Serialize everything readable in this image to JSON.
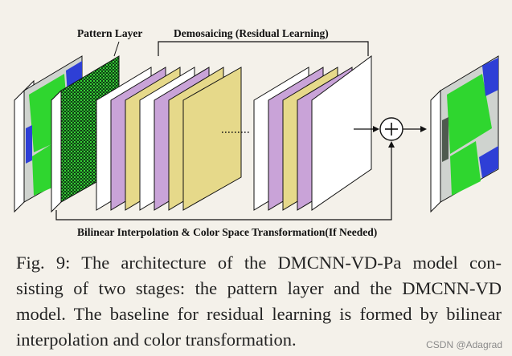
{
  "labels": {
    "pattern_layer": "Pattern Layer",
    "demosaicing": "Demosaicing (Residual Learning)",
    "baseline": "Bilinear Interpolation & Color Space Transformation(If Needed)",
    "plus": "+"
  },
  "caption": {
    "line1": "Fig. 9: The architecture of the DMCNN-VD-Pa model con-",
    "line2": "sisting of two stages: the pattern layer and the DMCNN-VD",
    "line3": "model. The baseline for residual learning is formed by bilinear",
    "line4": "interpolation and color transformation."
  },
  "watermark": "CSDN @Adagrad",
  "colors": {
    "purple_layer": "#c9a3d8",
    "yellow_layer": "#e6d98a",
    "white_layer": "#ffffff",
    "image_green": "#2fd62f",
    "image_blue": "#2e3fd6",
    "background": "#f4f1ea"
  }
}
